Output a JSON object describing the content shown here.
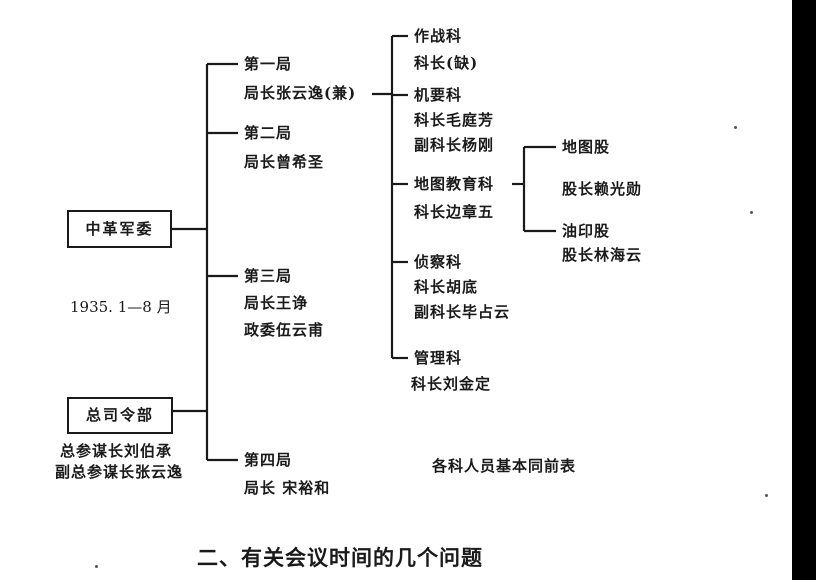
{
  "hq": {
    "jun_wei": "中革军委",
    "zong_si_ling_bu": "总司令部",
    "date": "1935. 1—8 月",
    "chief_of_staff": "总参谋长刘伯承",
    "deputy_chief_of_staff": "副总参谋长张云逸"
  },
  "bureaus": {
    "b1_name": "第一局",
    "b1_head": "局长张云逸(兼)",
    "b2_name": "第二局",
    "b2_head": "局长曾希圣",
    "b3_name": "第三局",
    "b3_head": "局长王诤",
    "b3_commissar": "政委伍云甫",
    "b4_name": "第四局",
    "b4_head": "局长 宋裕和"
  },
  "sections": {
    "s1_name": "作战科",
    "s1_head": "科长(缺)",
    "s2_name": "机要科",
    "s2_head": "科长毛庭芳",
    "s2_deputy": "副科长杨刚",
    "s3_name": "地图教育科",
    "s3_head": "科长边章五",
    "s4_name": "侦察科",
    "s4_head": "科长胡底",
    "s4_deputy": "副科长毕占云",
    "s5_name": "管理科",
    "s5_head": "科长刘金定"
  },
  "units": {
    "u1_name": "地图股",
    "u1_head": "股长赖光勋",
    "u2_name": "油印股",
    "u2_head": "股长林海云"
  },
  "note": "各科人员基本同前表",
  "heading": "二、有关会议时间的几个问题"
}
